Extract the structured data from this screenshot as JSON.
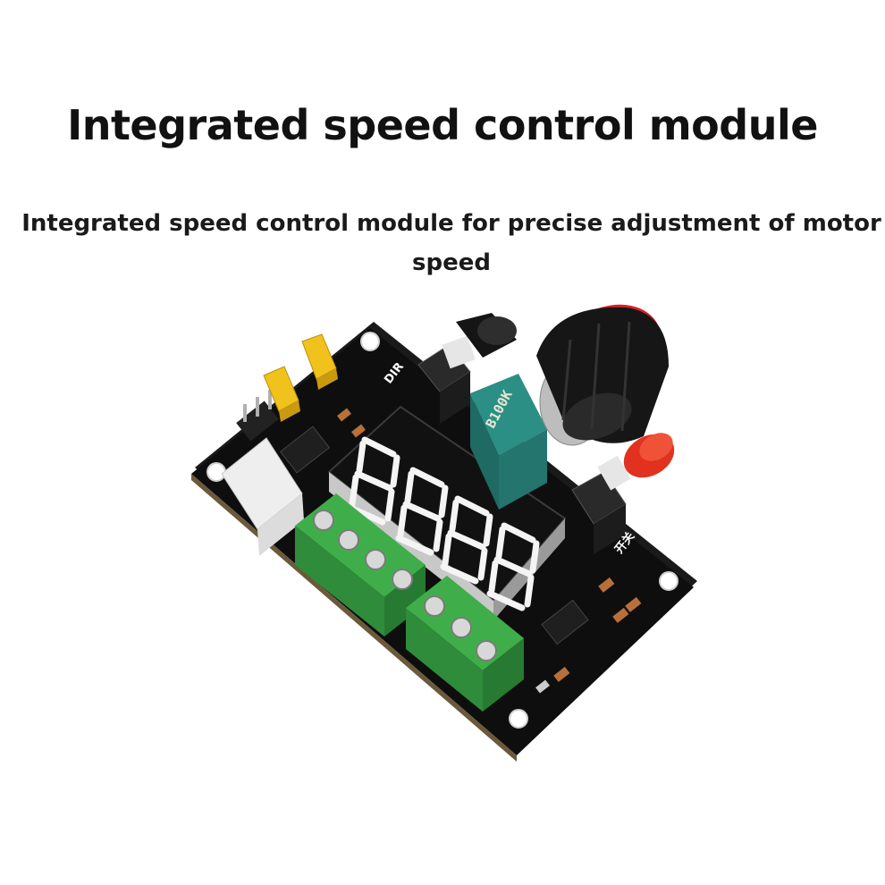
{
  "title": "Integrated speed control module",
  "subtitle": "Integrated speed control module for precise adjustment of motor speed",
  "product": {
    "pot_marking": "B100K",
    "dir_label": "DIR",
    "switch_label": "开关",
    "display_digits": "8888"
  },
  "colors": {
    "pcb": "#0e0e0e",
    "terminal": "#3fae4a",
    "knob_red": "#d62323",
    "jumper_yellow": "#f2c21c",
    "display_segment": "#f4f4f4",
    "pot_body": "#2c8f86"
  }
}
